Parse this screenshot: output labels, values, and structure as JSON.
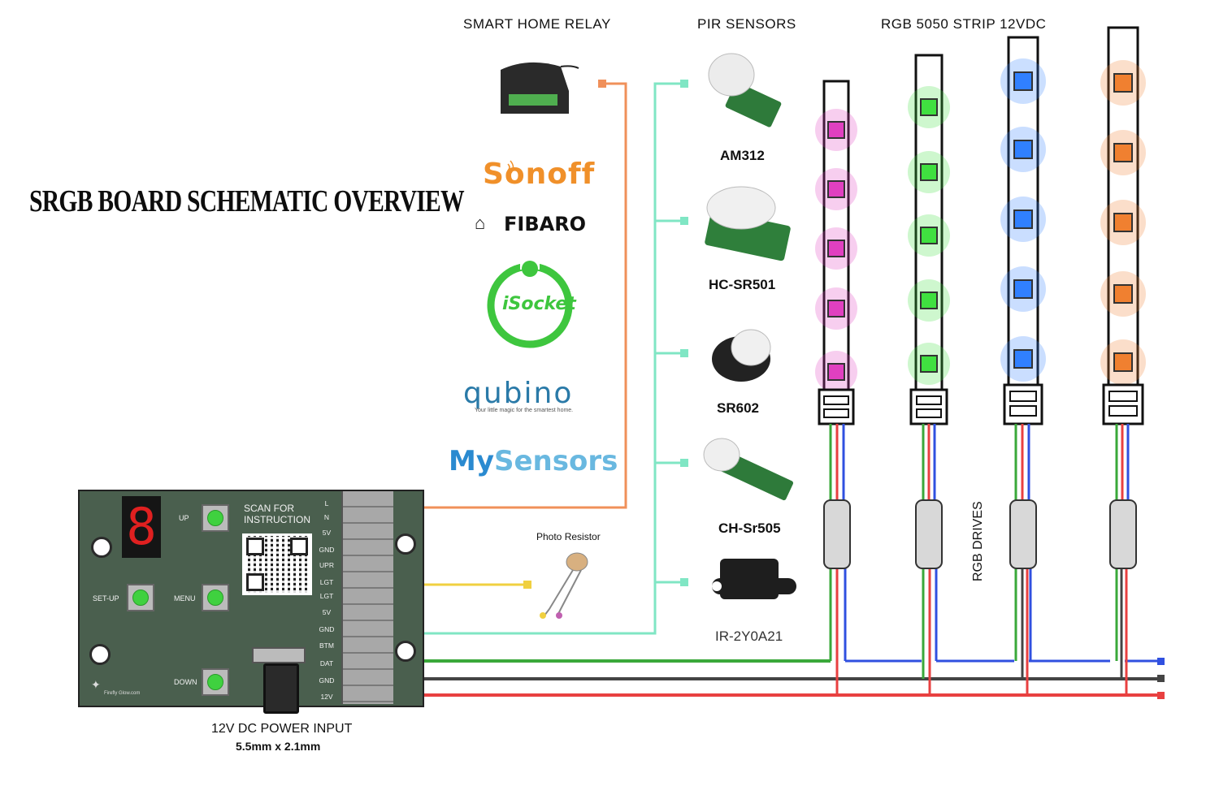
{
  "title": "SRGB BOARD SCHEMATIC OVERVIEW",
  "headers": {
    "relay": "SMART HOME RELAY",
    "pir": "PIR SENSORS",
    "strip": "RGB  5050 STRIP 12VDC"
  },
  "brands": {
    "sonoff": "Sonoff",
    "fibaro": "FIBARO",
    "isocket": "iSocket",
    "qubino": "qubino",
    "qubino_tagline": "Your little magic for the smartest home.",
    "mysensors_a": "My",
    "mysensors_b": "Sensors"
  },
  "sensors": [
    {
      "name": "AM312"
    },
    {
      "name": "HC-SR501"
    },
    {
      "name": "SR602"
    },
    {
      "name": "CH-Sr505"
    },
    {
      "name": "IR-2Y0A21"
    }
  ],
  "photo_resistor": "Photo Resistor",
  "rgb_drives": "RGB DRIVES",
  "board": {
    "digit": "8",
    "up": "UP",
    "setup": "SET-UP",
    "menu": "MENU",
    "down": "DOWN",
    "scan": "SCAN FOR INSTRUCTION",
    "brand": "Firefly Glow.com",
    "terminals": [
      "L",
      "N",
      "5V",
      "GND",
      "UPR",
      "LGT",
      "LGT",
      "5V",
      "GND",
      "BTM",
      "DAT",
      "GND",
      "12V"
    ]
  },
  "power": {
    "label": "12V DC POWER INPUT",
    "size": "5.5mm x 2.1mm"
  },
  "colors": {
    "relay_wire": "#f0905a",
    "sensor_wire": "#80e6c4",
    "ldr_wire": "#f0d040",
    "data_wire": "#3aa83a",
    "gnd_wire": "#444444",
    "v12_wire": "#e84040",
    "blue_wire": "#3050e0",
    "strip_pink": "#e040c0",
    "strip_green": "#40e040",
    "strip_blue": "#3080ff",
    "strip_orange": "#f08030"
  }
}
